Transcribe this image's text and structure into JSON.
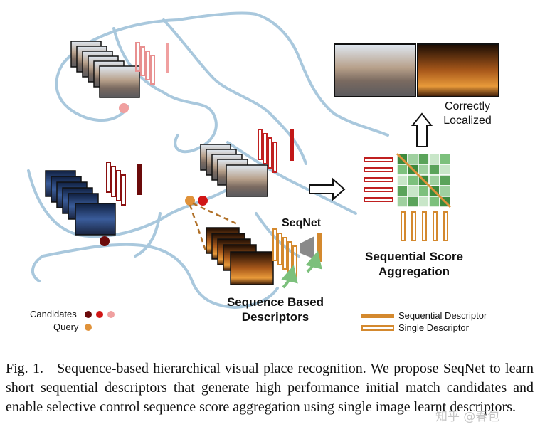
{
  "figure": {
    "correctly_localized_line1": "Correctly",
    "correctly_localized_line2": "Localized",
    "seqnet_label": "SeqNet",
    "sequential_score_line1": "Sequential Score",
    "sequential_score_line2": "Aggregation",
    "sequence_based_line1": "Sequence Based",
    "sequence_based_line2": "Descriptors",
    "legend": {
      "candidates": "Candidates",
      "query": "Query",
      "sequential_descriptor": "Sequential Descriptor",
      "single_descriptor": "Single Descriptor"
    },
    "colors": {
      "route": "#a9c8dd",
      "candidate_dark": "#6b0a0a",
      "candidate_red": "#d01515",
      "candidate_pink": "#f0a0a0",
      "query_orange": "#e0923a",
      "descriptor_red": "#c02020",
      "descriptor_orange": "#d4892e",
      "grid_green": "#3d8a3d"
    }
  },
  "caption": {
    "prefix": "Fig. 1.",
    "text": "Sequence-based hierarchical visual place recognition. We propose SeqNet to learn short sequential descriptors that generate high performance initial match candidates and enable selective control sequence score aggregation using single image learnt descriptors."
  },
  "watermark": "知乎 @春包"
}
